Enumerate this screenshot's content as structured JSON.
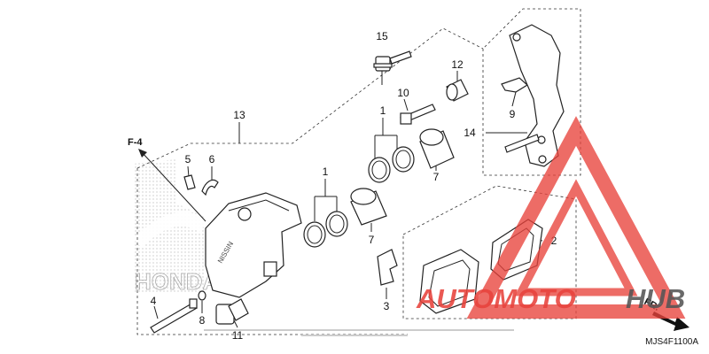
{
  "callouts": {
    "c15": "15",
    "c12": "12",
    "c10": "10",
    "c9": "9",
    "c14": "14",
    "c13": "13",
    "c1a": "1",
    "c7a": "7",
    "c5": "5",
    "c6": "6",
    "c1b": "1",
    "c7b": "7",
    "c2": "2",
    "c3": "3",
    "c4": "4",
    "c8": "8",
    "c11": "11"
  },
  "reference": {
    "arrow_label": "F-4"
  },
  "direction": {
    "label": "FR."
  },
  "diagram_code": "MJS4F1100A",
  "watermark": {
    "part1": "AUTOMOTO",
    "part2": "HUB"
  },
  "colors": {
    "watermark_red": "#e8433c",
    "watermark_gray": "#555555",
    "line": "#222222"
  },
  "icons": [
    "forward-arrow-icon",
    "reference-arrow-icon",
    "watermark-triangle-logo"
  ]
}
